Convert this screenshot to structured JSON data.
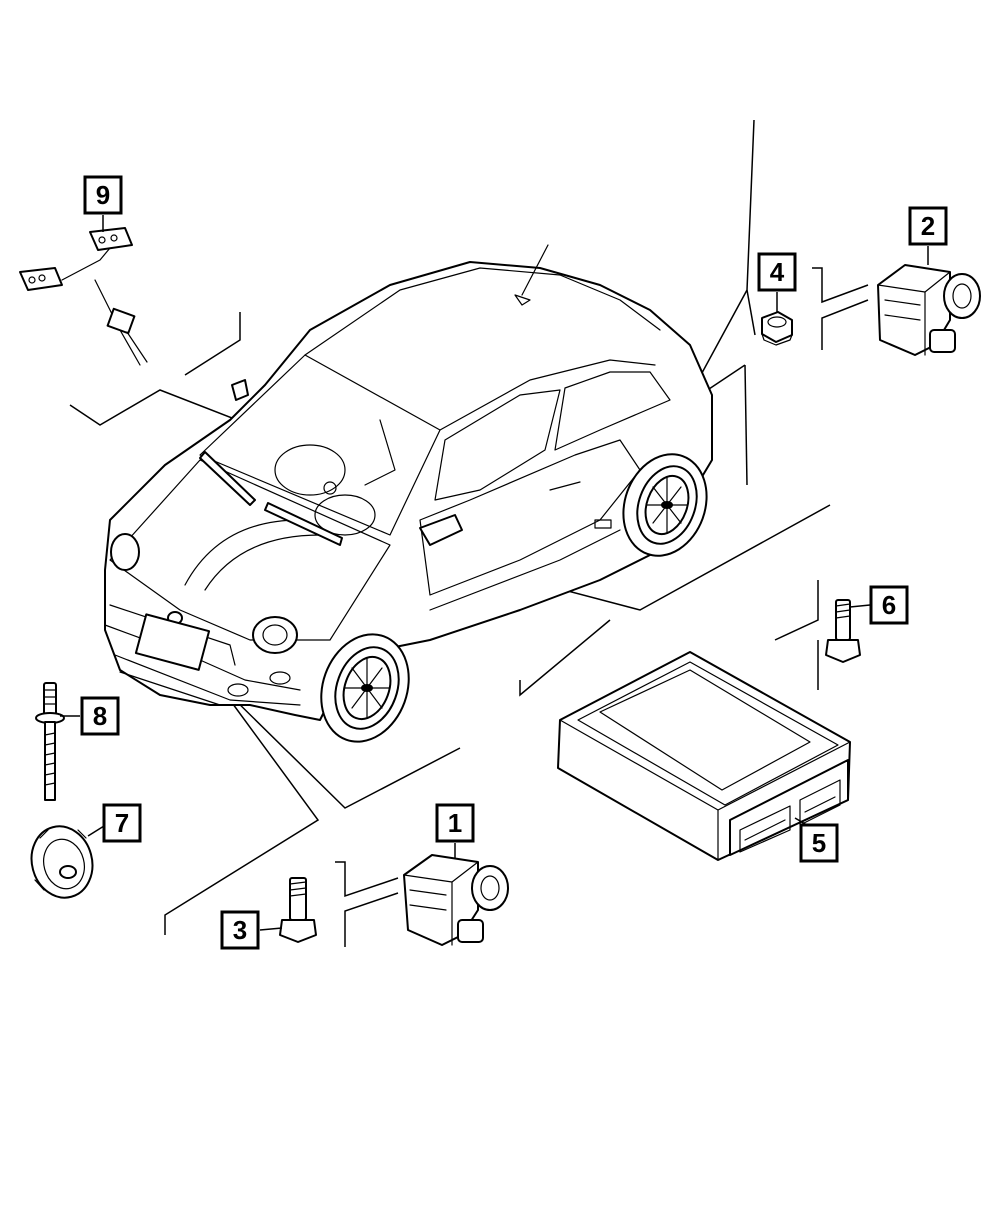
{
  "callouts": [
    "1",
    "2",
    "3",
    "4",
    "5",
    "6",
    "7",
    "8",
    "9"
  ],
  "colors": {
    "line": "#000000",
    "background": "#ffffff"
  }
}
